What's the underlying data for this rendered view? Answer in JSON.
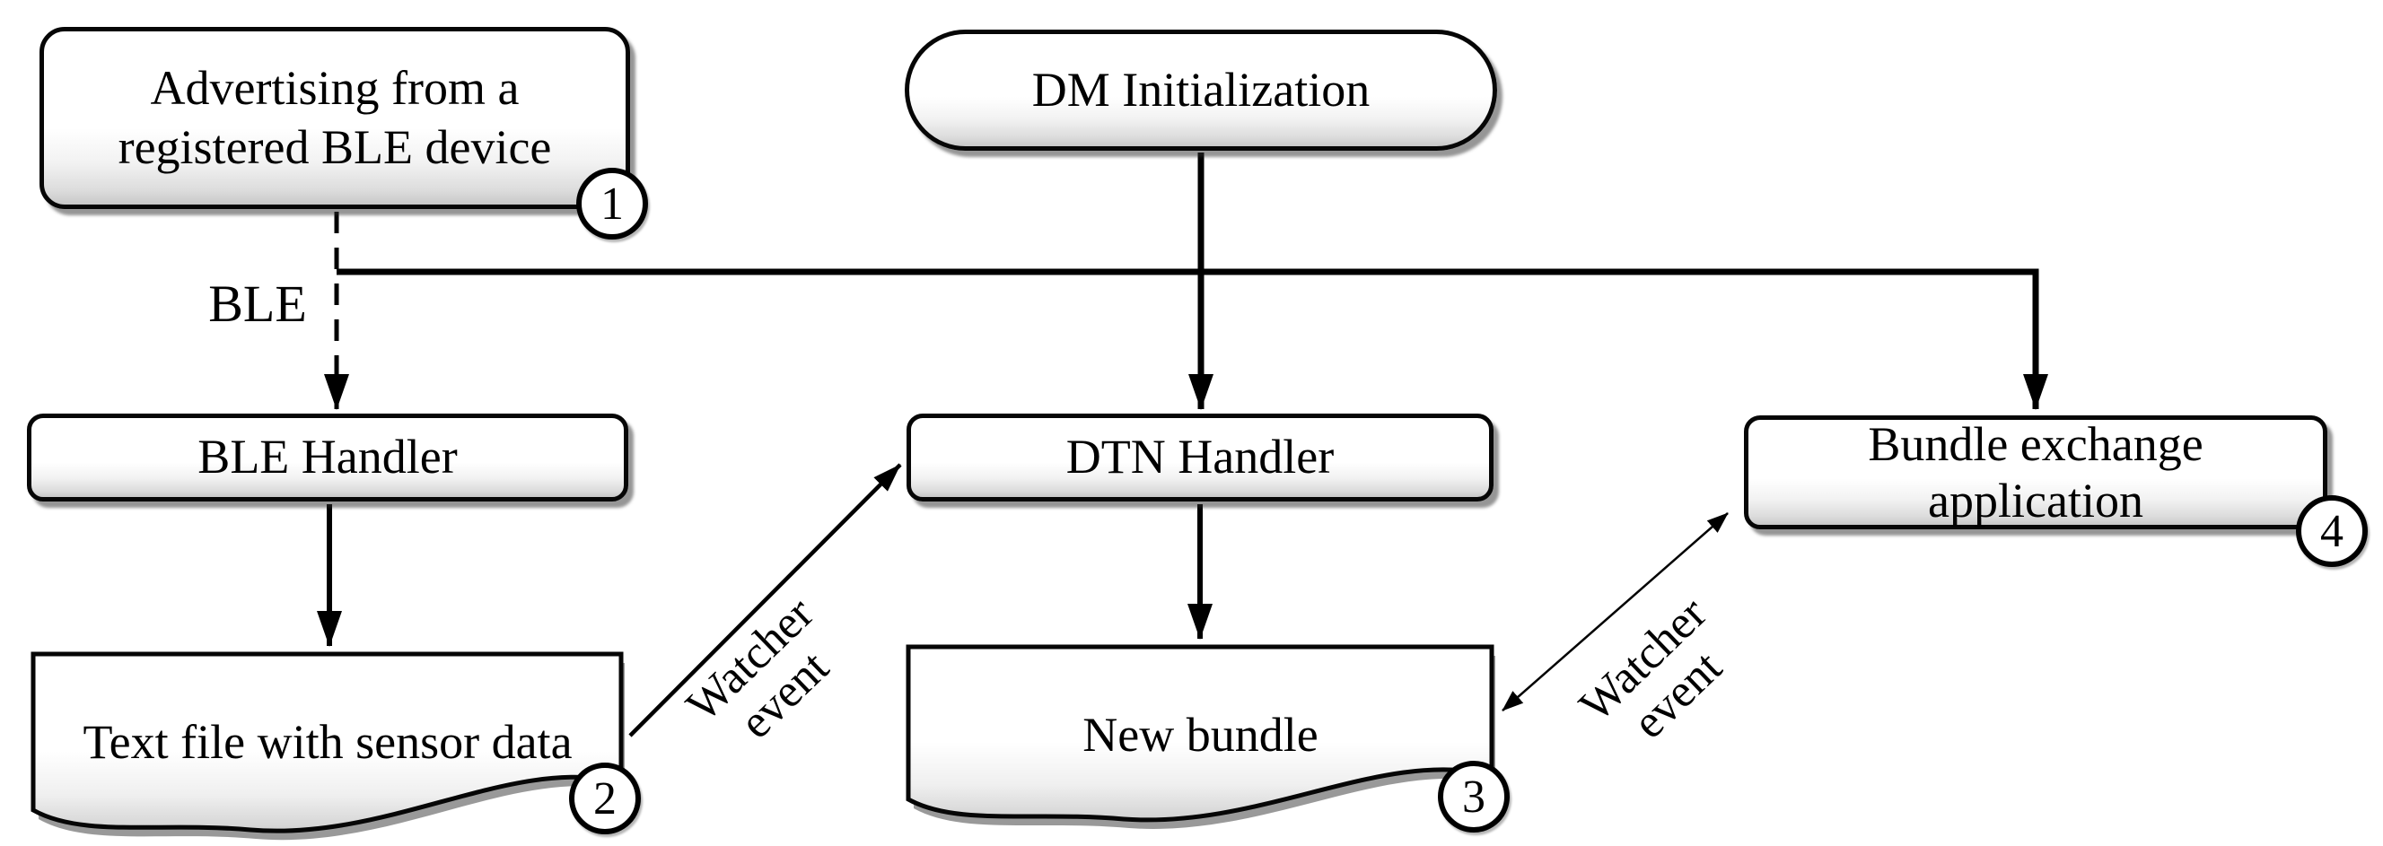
{
  "diagram": {
    "colors": {
      "background": "#ffffff",
      "stroke": "#000000",
      "node_fill": "#ffffff",
      "shadow_gray": "#3c3c3c"
    },
    "nodes": {
      "advertising": {
        "line1": "Advertising from a",
        "line2": "registered BLE device",
        "badge": "1",
        "shape": "rounded-rect"
      },
      "dm_init": {
        "label": "DM Initialization",
        "shape": "stadium"
      },
      "ble_handler": {
        "label": "BLE Handler",
        "shape": "rounded-rect"
      },
      "dtn_handler": {
        "label": "DTN Handler",
        "shape": "rounded-rect"
      },
      "bundle_app": {
        "line1": "Bundle exchange",
        "line2": "application",
        "badge": "4",
        "shape": "rounded-rect"
      },
      "text_file": {
        "label": "Text file with sensor data",
        "badge": "2",
        "shape": "document"
      },
      "new_bundle": {
        "label": "New bundle",
        "badge": "3",
        "shape": "document"
      }
    },
    "edge_labels": {
      "ble": "BLE",
      "watcher_left": {
        "line1": "Watcher",
        "line2": "event"
      },
      "watcher_right": {
        "line1": "Watcher",
        "line2": "event"
      }
    }
  }
}
